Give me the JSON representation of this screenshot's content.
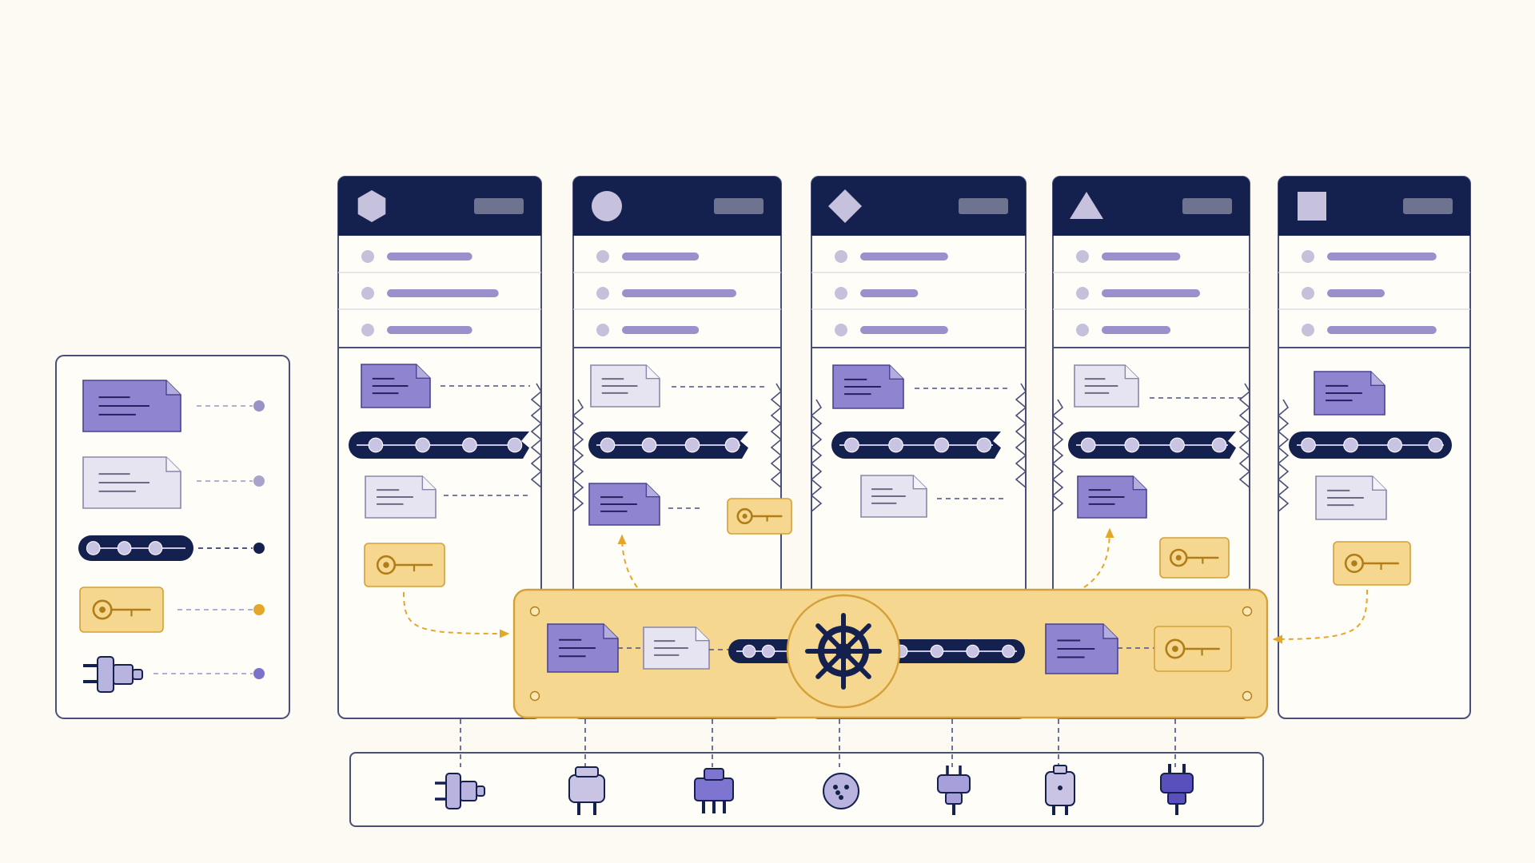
{
  "diagram": {
    "colors": {
      "background": "#fcfaf3",
      "navy": "#14204e",
      "lavender": "#8e84cf",
      "lavender_dark": "#5e55b3",
      "lavender_light": "#e6e4f0",
      "list_dot": "#c6c1da",
      "list_line": "#9990cc",
      "gold": "#f6d78f",
      "gold_line": "#d4a03a",
      "gold_dark": "#b17d18",
      "outline": "#4a4f78"
    },
    "legend": {
      "items": [
        {
          "kind": "document-filled",
          "icon": "document-icon",
          "dot_color": "#9a93c8"
        },
        {
          "kind": "document-light",
          "icon": "document-icon",
          "dot_color": "#a9a3cc"
        },
        {
          "kind": "pipeline",
          "icon": "pipeline-icon",
          "dot_color": "#14204e"
        },
        {
          "kind": "key",
          "icon": "key-icon",
          "dot_color": "#e5a72a"
        },
        {
          "kind": "plug",
          "icon": "plug-icon",
          "dot_color": "#7b72cc"
        }
      ]
    },
    "panels": [
      {
        "shape": "hexagon",
        "icon": "hexagon-icon",
        "list_items": 3,
        "top_doc": "filled",
        "bottom_doc": "light",
        "has_key": true
      },
      {
        "shape": "circle",
        "icon": "circle-icon",
        "list_items": 3,
        "top_doc": "light",
        "bottom_doc": "filled",
        "has_key": true
      },
      {
        "shape": "diamond",
        "icon": "diamond-icon",
        "list_items": 3,
        "top_doc": "filled",
        "bottom_doc": "light",
        "has_key": false
      },
      {
        "shape": "triangle",
        "icon": "triangle-icon",
        "list_items": 3,
        "top_doc": "light",
        "bottom_doc": "filled",
        "has_key": true
      },
      {
        "shape": "square",
        "icon": "square-icon",
        "list_items": 3,
        "top_doc": "filled",
        "bottom_doc": "light",
        "has_key": true
      }
    ],
    "hub": {
      "center_icon": "ship-wheel-icon",
      "elements": [
        "document-filled",
        "document-light",
        "pipeline",
        "ship-wheel",
        "pipeline",
        "document-filled",
        "key"
      ]
    },
    "connectors": [
      {
        "icon": "plug-side-icon",
        "color": "#b9b3df"
      },
      {
        "icon": "plug-two-prong-icon",
        "color": "#c9c4e3"
      },
      {
        "icon": "plug-three-prong-icon",
        "color": "#7e75d0"
      },
      {
        "icon": "socket-round-icon",
        "color": "#b9b3df"
      },
      {
        "icon": "plug-tall-icon",
        "color": "#a79fd9"
      },
      {
        "icon": "plug-box-icon",
        "color": "#c9c4e3"
      },
      {
        "icon": "plug-dark-icon",
        "color": "#5a50bd"
      }
    ]
  }
}
